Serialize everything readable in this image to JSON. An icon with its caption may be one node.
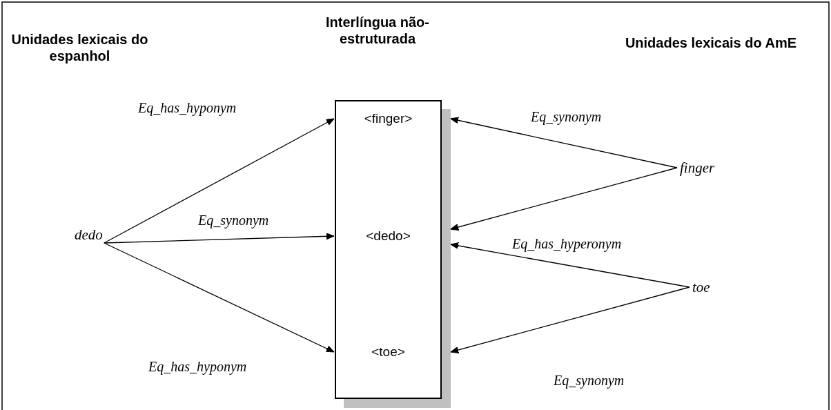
{
  "diagram": {
    "nodes": [
      {
        "text": [
          "Interlíngua não-estruturada"
        ]
      },
      {
        "text": [
          "<finger>"
        ],
        "in": 0
      },
      {
        "text": [
          "<dedo>"
        ],
        "in": 0
      },
      {
        "text": [
          "<toe>"
        ],
        "in": 0
      },
      {
        "text": [
          "dedo"
        ]
      },
      {
        "text": [
          "finger"
        ]
      },
      {
        "text": [
          "toe"
        ]
      }
    ],
    "edges": [
      {
        "from": 4,
        "to": 1,
        "arrow": "to",
        "label": "Eq_has_hyponym"
      },
      {
        "from": 4,
        "to": 2,
        "arrow": "to",
        "label": "Eq_synonym"
      },
      {
        "from": 4,
        "to": 3,
        "arrow": "to",
        "label": "Eq_has_hyponym"
      },
      {
        "from": 5,
        "to": 1,
        "arrow": "to",
        "label": "Eq_synonym"
      },
      {
        "from": 5,
        "to": 2,
        "arrow": "to"
      },
      {
        "from": 6,
        "to": 2,
        "arrow": "to",
        "label": "Eq_has_hyperonym"
      },
      {
        "from": 6,
        "to": 3,
        "arrow": "to",
        "label": "Eq_synonym"
      }
    ],
    "labels": [
      "Unidades lexicais do espanhol",
      "Unidades lexicais do AmE"
    ]
  }
}
